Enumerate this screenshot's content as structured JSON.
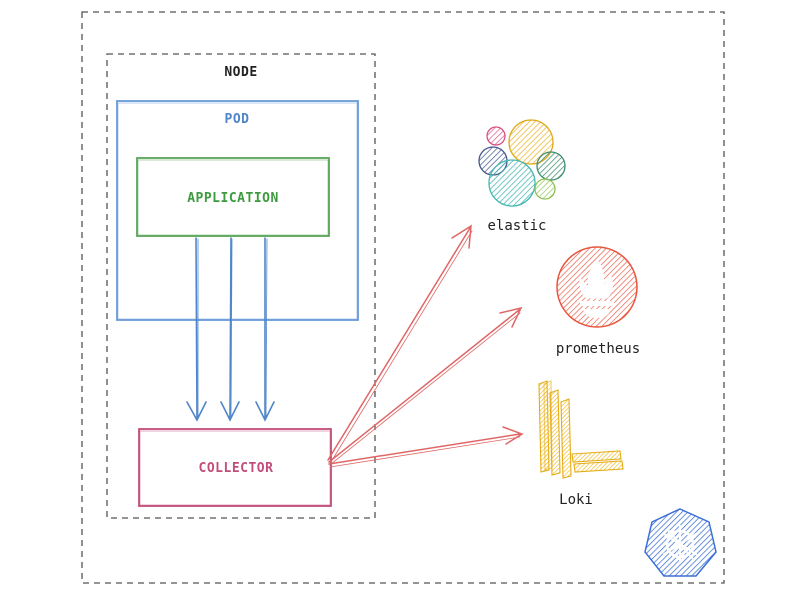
{
  "labels": {
    "node": "NODE",
    "pod": "POD",
    "application": "APPLICATION",
    "collector": "COLLECTOR"
  },
  "destinations": {
    "elastic": "elastic",
    "prometheus": "prometheus",
    "loki": "Loki"
  },
  "colors": {
    "border_dash": "#555555",
    "pod": "#5b8fd3",
    "application": "#5aa55a",
    "collector": "#c24d7a",
    "arrow_blue": "#4f86c9",
    "arrow_red": "#e06666",
    "prometheus": "#e8553e",
    "loki": "#f2c14e",
    "kubernetes": "#3b6fd6"
  },
  "icons": {
    "elastic": "elastic-logo-icon",
    "prometheus": "prometheus-flame-icon",
    "loki": "loki-logo-icon",
    "kubernetes": "kubernetes-helm-icon"
  }
}
